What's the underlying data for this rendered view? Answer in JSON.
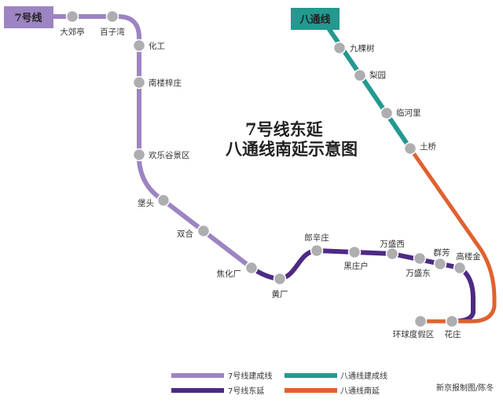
{
  "title": {
    "line1": "7号线东延",
    "line2": "八通线南延示意图"
  },
  "lines": {
    "line7": {
      "name": "7号线",
      "color_built": "#9d84c2",
      "color_ext": "#4e2a84"
    },
    "batong": {
      "name": "八通线",
      "color_built": "#24998f",
      "color_ext": "#e0612e"
    }
  },
  "stations": {
    "dajiaoting": "大郊亭",
    "baiziwan": "百子湾",
    "huagong": "化工",
    "nanlouzizhuang": "南楼梓庄",
    "huanlegu": "欢乐谷景区",
    "baotou": "堡头",
    "shuanghe": "双合",
    "jiaohuachang": "焦化厂",
    "huangchang": "黄厂",
    "langxinzhuang": "郎辛庄",
    "heizhuanghu": "黑庄户",
    "wanshengxi": "万盛西",
    "wanshengdong": "万盛东",
    "qunfang": "群芳",
    "gaoloujin": "高楼金",
    "huazhuang": "花庄",
    "huanqiu": "环球度假区",
    "jiukeshu": "九棵树",
    "liyuan": "梨园",
    "linheli": "临河里",
    "tuqiao": "土桥"
  },
  "legend": {
    "l7_built": "7号线建成线",
    "bt_built": "八通线建成线",
    "l7_ext": "7号线东延",
    "bt_ext": "八通线南延"
  },
  "credit": "新京报制图/陈冬"
}
